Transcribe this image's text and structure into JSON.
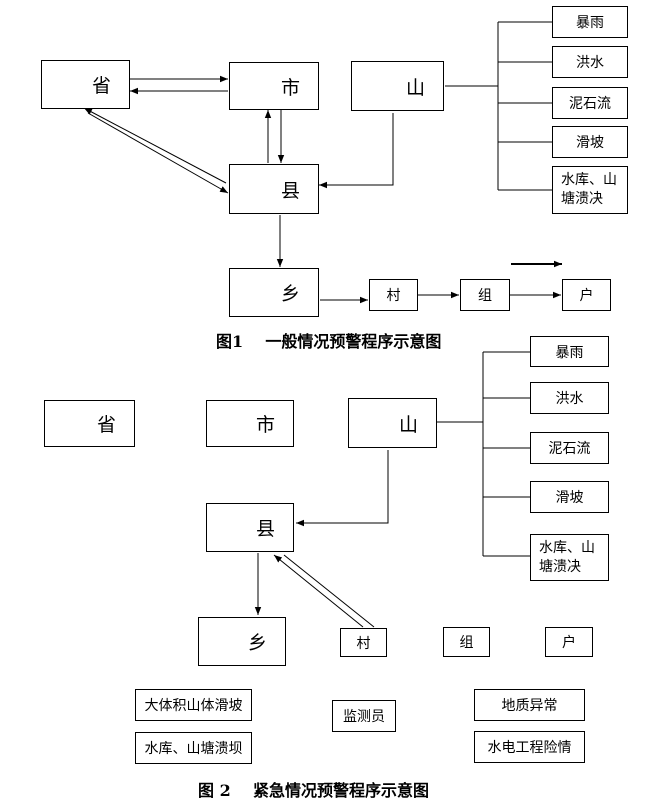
{
  "fig1": {
    "province": "省",
    "city": "市",
    "mountain": "山",
    "county": "县",
    "township": "乡",
    "village": "村",
    "group": "组",
    "household": "户",
    "hazards": [
      "暴雨",
      "洪水",
      "泥石流",
      "滑坡",
      "水库、山\n塘溃决"
    ],
    "caption": "图1    一般情况预警程序示意图"
  },
  "fig2": {
    "province": "省",
    "city": "市",
    "mountain": "山",
    "county": "县",
    "township": "乡",
    "village": "村",
    "group": "组",
    "household": "户",
    "hazards": [
      "暴雨",
      "洪水",
      "泥石流",
      "滑坡",
      "水库、山\n塘溃决"
    ],
    "triggers": [
      "大体积山体滑坡",
      "水库、山塘溃坝",
      "监测员",
      "地质异常",
      "水电工程险情"
    ],
    "caption": "图 2    紧急情况预警程序示意图"
  }
}
